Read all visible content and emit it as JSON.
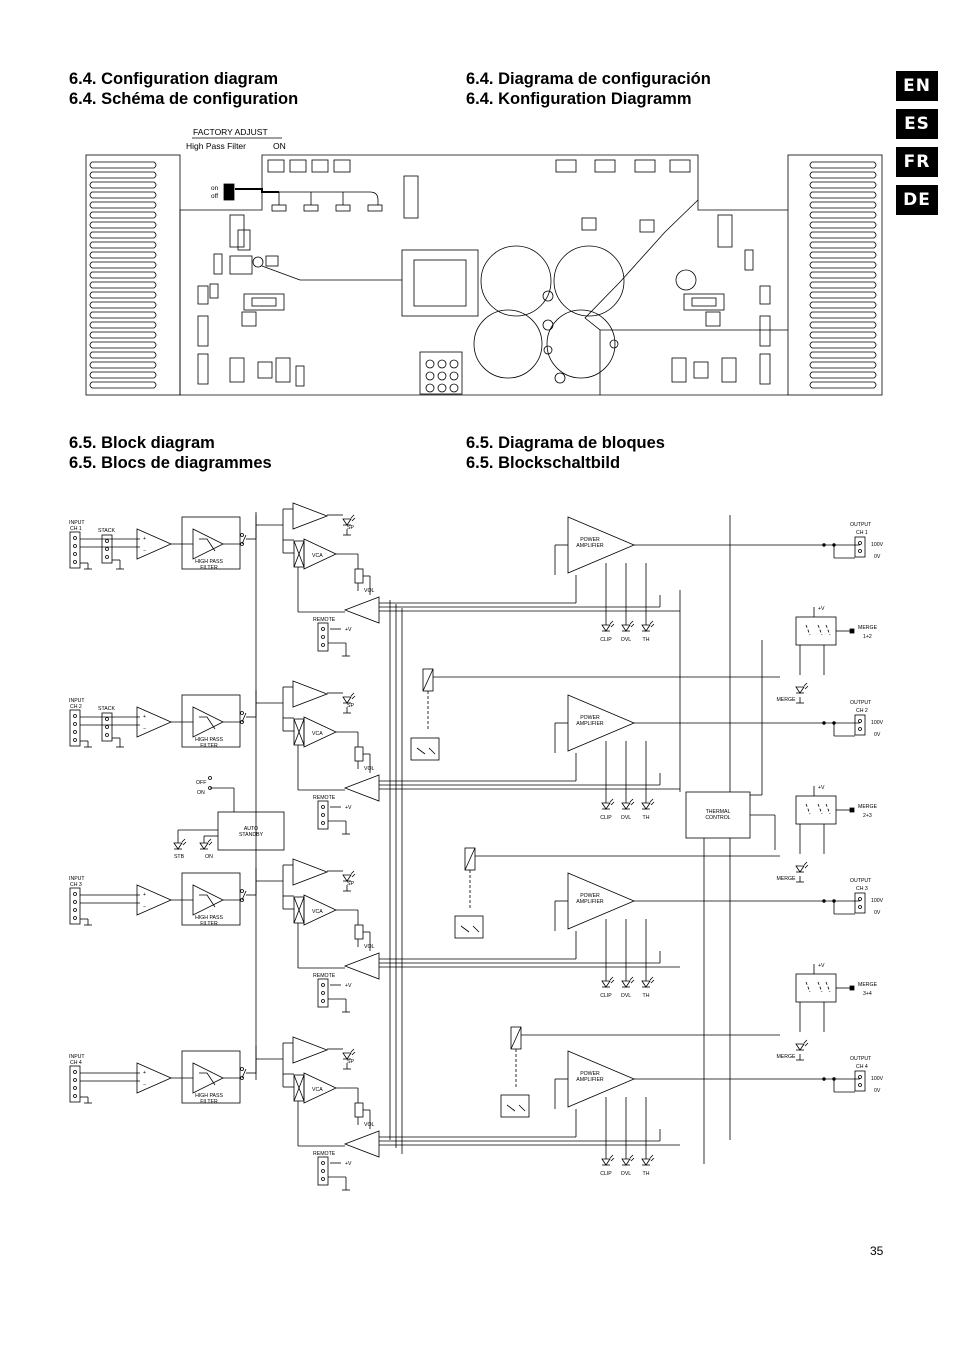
{
  "headings": {
    "config_en": "6.4. Configuration diagram",
    "config_fr": "6.4. Schéma de configuration",
    "config_es": "6.4. Diagrama de configuración",
    "config_de": "6.4. Konfiguration Diagramm",
    "block_en": "6.5. Block diagram",
    "block_fr": "6.5. Blocs de diagrammes",
    "block_es": "6.5. Diagrama de bloques",
    "block_de": "6.5. Blockschaltbild"
  },
  "languages": [
    "EN",
    "ES",
    "FR",
    "DE"
  ],
  "config": {
    "factory_adjust": "FACTORY ADJUST",
    "hpf_label": "High Pass Filter",
    "hpf_state": "ON",
    "on": "on",
    "off": "off"
  },
  "block": {
    "channels": [
      {
        "input": "INPUT",
        "ch": "CH 1",
        "stack": "STACK",
        "output": "OUTPUT",
        "out_ch": "CH 1"
      },
      {
        "input": "INPUT",
        "ch": "CH 2",
        "stack": "STACK",
        "output": "OUTPUT",
        "out_ch": "CH 2"
      },
      {
        "input": "INPUT",
        "ch": "CH 3",
        "stack": "",
        "output": "OUTPUT",
        "out_ch": "CH 3"
      },
      {
        "input": "INPUT",
        "ch": "CH 4",
        "stack": "",
        "output": "OUTPUT",
        "out_ch": "CH 4"
      }
    ],
    "hpf": [
      "HIGH PASS",
      "FILTER"
    ],
    "sp": "SP",
    "vca": "VCA",
    "vol": "VOL",
    "remote": "REMOTE",
    "plus_v": "+V",
    "power_amp": [
      "POWER",
      "AMPLIFIER"
    ],
    "leds": [
      "CLIP",
      "OVL",
      "TH"
    ],
    "out_100v": "100V",
    "out_0v": "0V",
    "merge": "MERGE",
    "merges": [
      "1+2",
      "2+3",
      "3+4"
    ],
    "thermal": [
      "THERMAL",
      "CONTROL"
    ],
    "auto_standby": [
      "AUTO",
      "STANDBY"
    ],
    "off": "OFF",
    "on": "ON",
    "stb": "STB",
    "on_led": "ON"
  },
  "page_number": "35"
}
